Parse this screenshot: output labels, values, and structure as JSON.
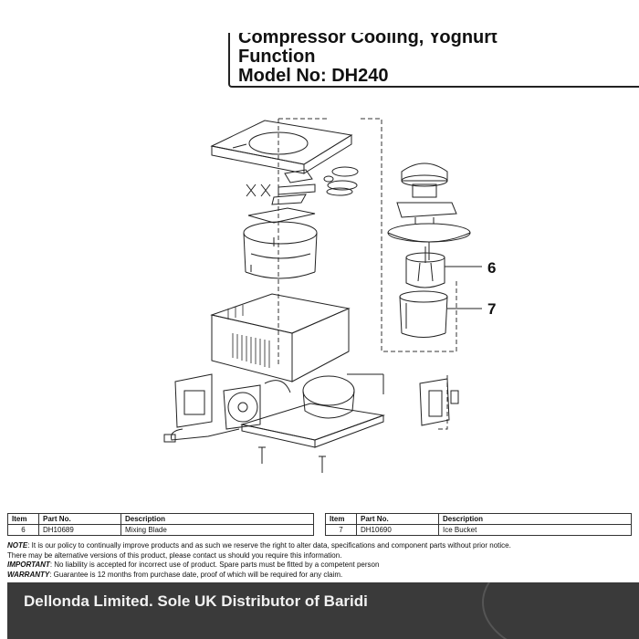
{
  "header": {
    "line1": "Compressor Cooling, Yoghurt",
    "line2": "Function",
    "line3": "Model No: DH240"
  },
  "diagram": {
    "callouts": [
      "6",
      "7"
    ]
  },
  "table_left": {
    "headers": [
      "Item",
      "Part No.",
      "Description"
    ],
    "rows": [
      [
        "6",
        "DH10689",
        "Mixing Blade"
      ]
    ]
  },
  "table_right": {
    "headers": [
      "Item",
      "Part No.",
      "Description"
    ],
    "rows": [
      [
        "7",
        "DH10690",
        "Ice Bucket"
      ]
    ]
  },
  "notes": {
    "note_label": "NOTE",
    "note_text": ": It is our policy to continually improve products and as such we reserve the right to alter data, specifications and component parts without prior notice.",
    "note_text2": "There may be alternative versions of this product, please contact us should you require this information.",
    "important_label": "IMPORTANT",
    "important_text": ": No liability is accepted for incorrect use of product. Spare parts must be fitted by a competent person",
    "warranty_label": "WARRANTY",
    "warranty_text": ": Guarantee is 12 months from purchase date, proof of which will be required for any claim."
  },
  "footer": {
    "text": "Dellonda Limited. Sole UK Distributor of Baridi"
  }
}
